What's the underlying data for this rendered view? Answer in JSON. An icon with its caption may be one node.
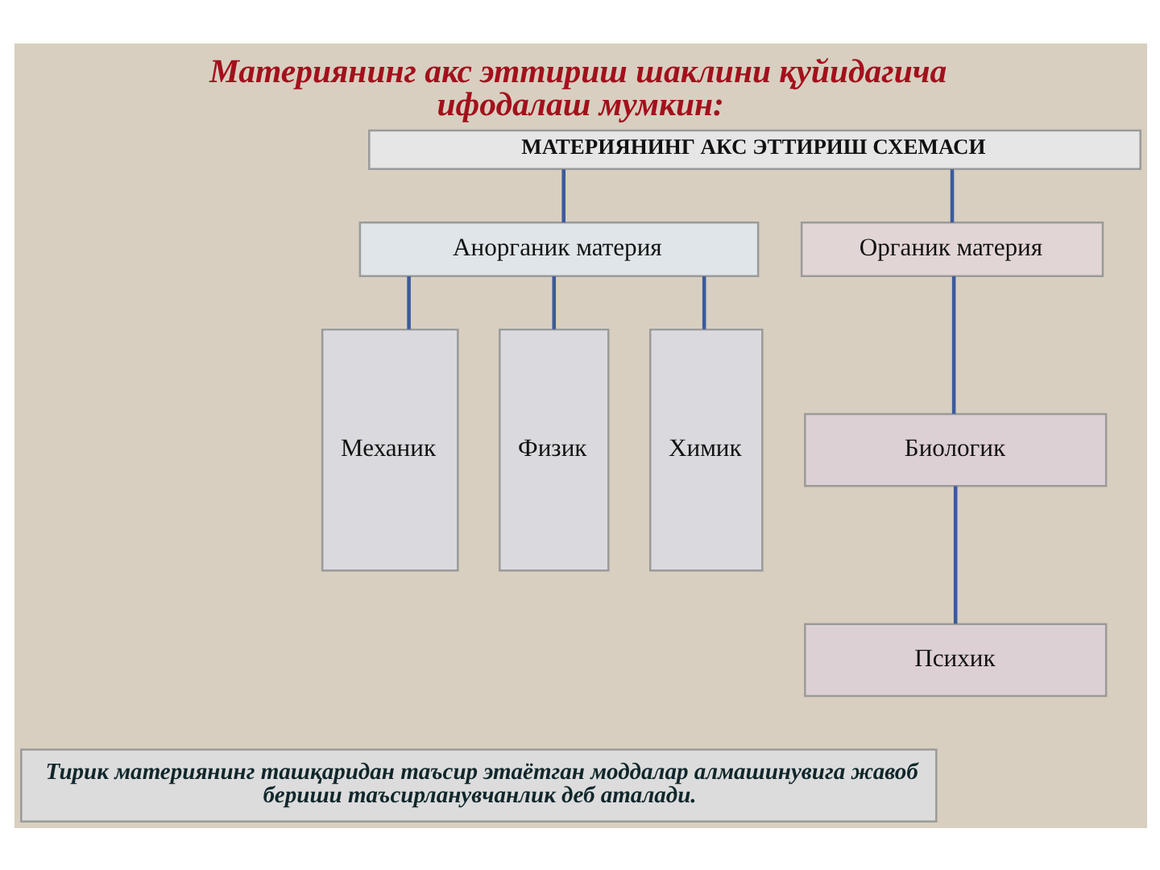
{
  "diagram": {
    "title": "Материянинг акс эттириш шаклини қуйидагича ифодалаш мумкин:",
    "nodes": [
      {
        "text": [
          "МАТЕРИЯНИНГ АКС ЭТТИРИШ СХЕМАСИ"
        ]
      },
      {
        "text": [
          "Анорганик материя"
        ]
      },
      {
        "text": [
          "Органик материя"
        ]
      },
      {
        "text": [
          "Механик"
        ]
      },
      {
        "text": [
          "Физик"
        ]
      },
      {
        "text": [
          "Химик"
        ]
      },
      {
        "text": [
          "Биологик"
        ]
      },
      {
        "text": [
          "Психик"
        ]
      },
      {
        "text": [
          "Тирик материянинг ташқаридан таъсир этаётган моддалар алмашинувига жавоб бериши таъсирланувчанлик деб аталади."
        ]
      }
    ],
    "edges": [
      {
        "from": 0,
        "to": 1,
        "arrow": "none"
      },
      {
        "from": 0,
        "to": 2,
        "arrow": "none"
      },
      {
        "from": 1,
        "to": 3,
        "arrow": "none"
      },
      {
        "from": 1,
        "to": 4,
        "arrow": "none"
      },
      {
        "from": 1,
        "to": 5,
        "arrow": "none"
      },
      {
        "from": 2,
        "to": 6,
        "arrow": "none"
      },
      {
        "from": 6,
        "to": 7,
        "arrow": "none"
      }
    ]
  }
}
